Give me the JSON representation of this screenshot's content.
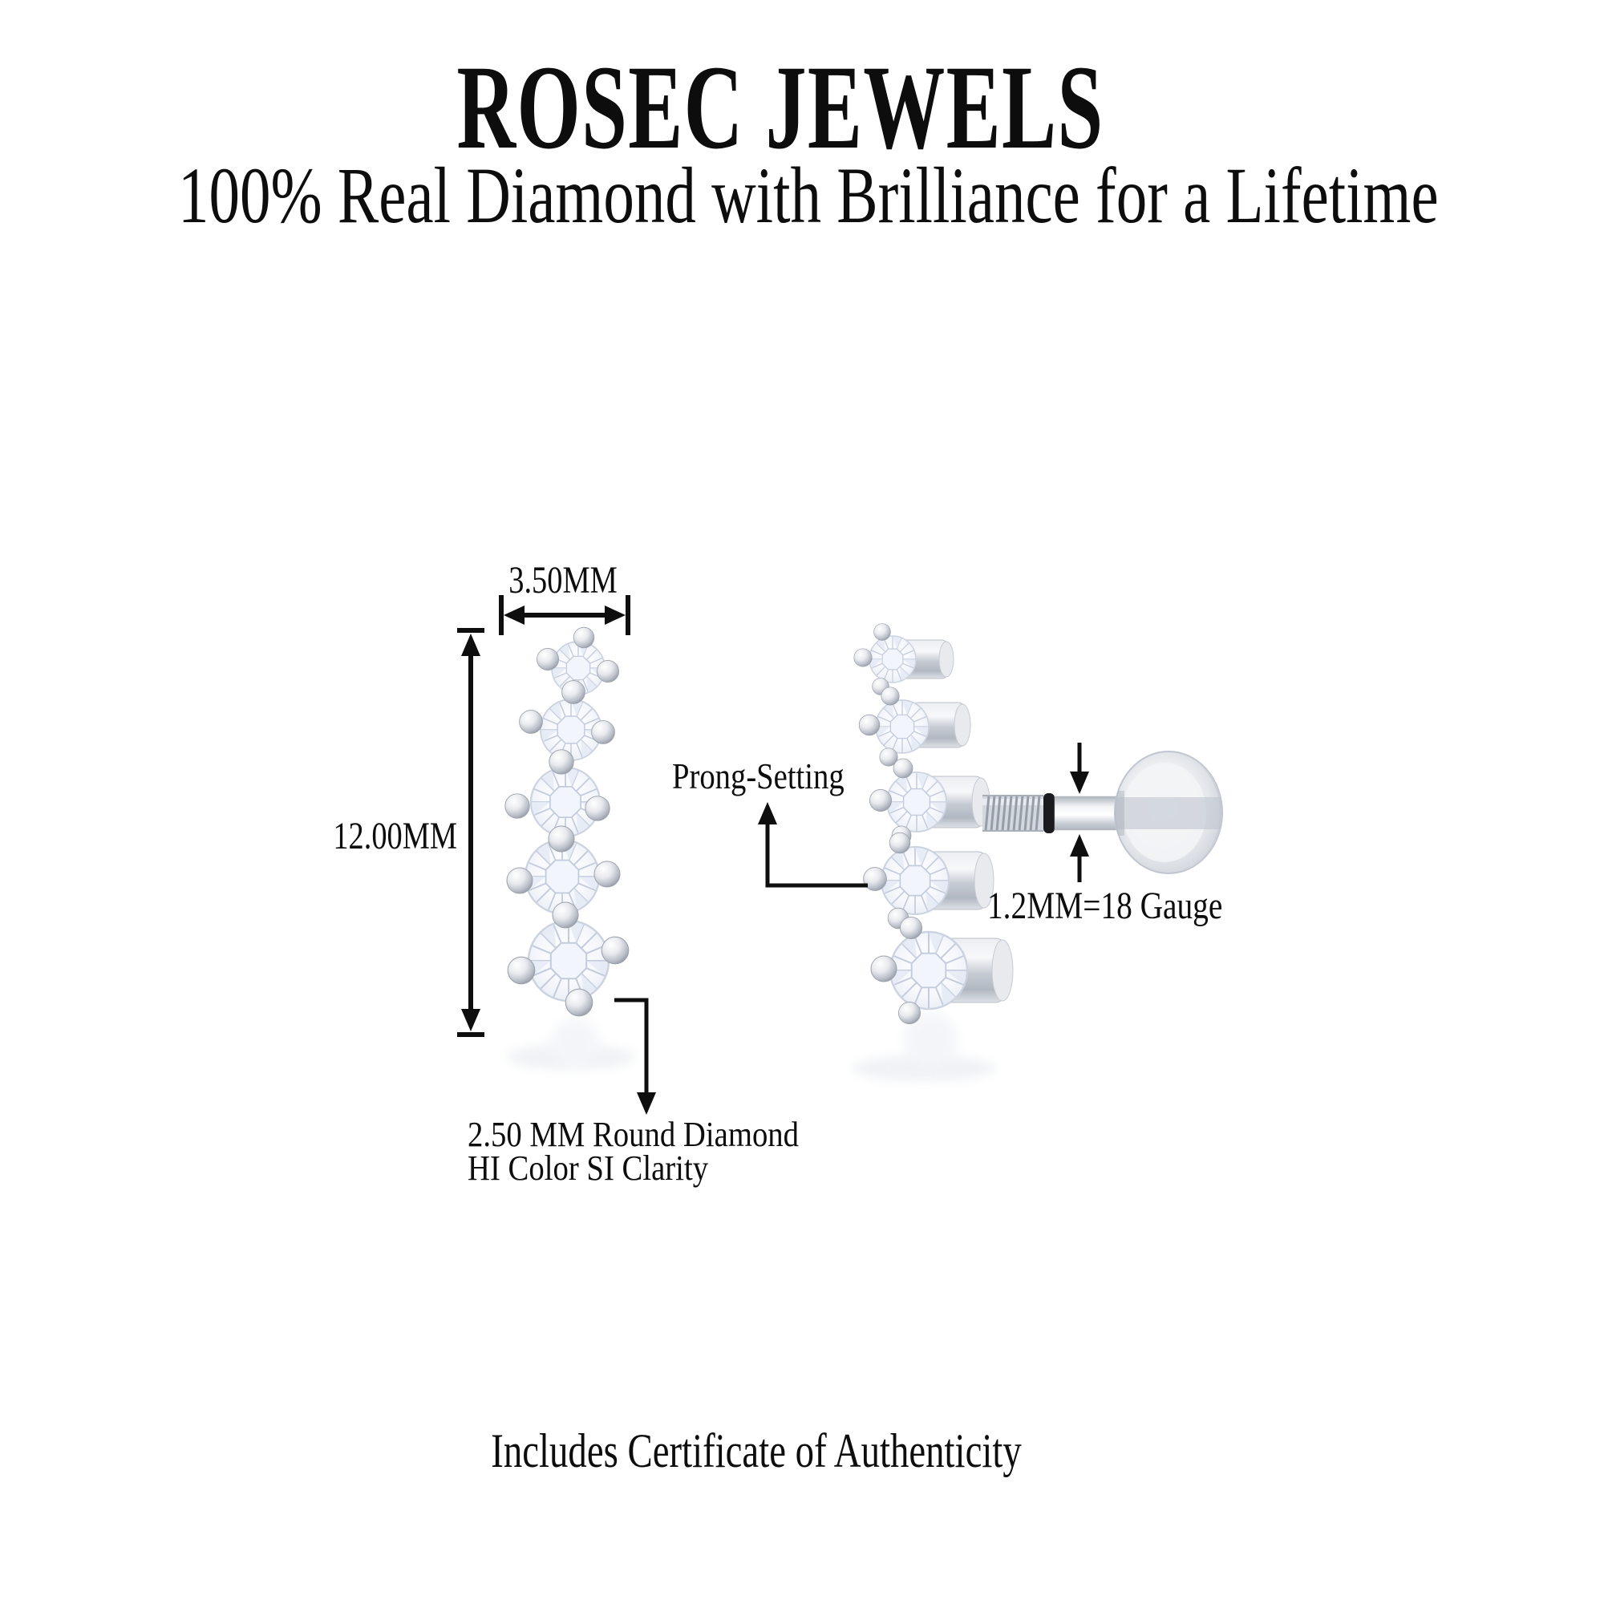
{
  "brand": {
    "name": "ROSEC JEWELS",
    "tagline": "100% Real Diamond with Brilliance for a Lifetime"
  },
  "dimensions": {
    "width_label": "3.50MM",
    "height_label": "12.00MM",
    "gauge_label": "1.2MM=18 Gauge"
  },
  "callouts": {
    "prong_setting": "Prong-Setting",
    "diamond_spec_line1": "2.50 MM Round Diamond",
    "diamond_spec_line2": "HI Color SI Clarity"
  },
  "footer": {
    "certificate_note": "Includes Certificate of Authenticity"
  },
  "product": {
    "front_view_diamonds": 5,
    "side_view_diamonds": 5
  },
  "colors": {
    "text": "#0d0d0d",
    "background": "#ffffff",
    "metal_light": "#f4f5f7",
    "metal_mid": "#c9cdd5",
    "metal_dark": "#969da8",
    "diamond_tint": "#e4eaf5",
    "o_ring": "#1a1b1e"
  }
}
